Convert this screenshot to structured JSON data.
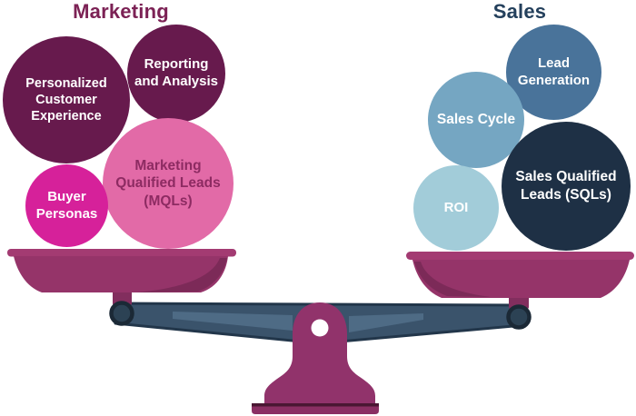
{
  "page": {
    "background": "#ffffff"
  },
  "marketing": {
    "title": "Marketing",
    "title_color": "#7c2255",
    "bubbles": [
      {
        "name": "personalized-customer-experience",
        "lines": [
          "Personalized",
          "Customer",
          "Experience"
        ],
        "color": "#671a4d",
        "text_color": "#ffffff"
      },
      {
        "name": "reporting-and-analysis",
        "lines": [
          "Reporting",
          "and Analysis"
        ],
        "color": "#671a4d",
        "text_color": "#ffffff"
      },
      {
        "name": "marketing-qualified-leads",
        "lines": [
          "Marketing",
          "Qualified Leads",
          "(MQLs)"
        ],
        "color": "#e26aa7",
        "text_color": "#8d2b62"
      },
      {
        "name": "buyer-personas",
        "lines": [
          "Buyer",
          "Personas"
        ],
        "color": "#d6219a",
        "text_color": "#ffffff"
      }
    ]
  },
  "sales": {
    "title": "Sales",
    "title_color": "#24405c",
    "bubbles": [
      {
        "name": "lead-generation",
        "lines": [
          "Lead",
          "Generation"
        ],
        "color": "#49739a",
        "text_color": "#ffffff"
      },
      {
        "name": "sales-cycle",
        "lines": [
          "Sales Cycle"
        ],
        "color": "#75a6c2",
        "text_color": "#ffffff"
      },
      {
        "name": "roi",
        "lines": [
          "ROI"
        ],
        "color": "#a2ccd9",
        "text_color": "#ffffff"
      },
      {
        "name": "sales-qualified-leads",
        "lines": [
          "Sales Qualified",
          "Leads (SQLs)"
        ],
        "color": "#1e3045",
        "text_color": "#ffffff"
      }
    ]
  },
  "scale": {
    "beam_color": "#3a536b",
    "beam_edge_color": "#22364a",
    "beam_highlight_color": "#4e6b85",
    "pivot_fill": "#2c4254",
    "pivot_ring": "#1b2936",
    "pan_bar_color": "#a33b72",
    "pan_bowl_color": "#953469",
    "pan_shadow_color": "#7c2a58",
    "stem_color": "#822e5e",
    "pedestal_color": "#91336b",
    "pedestal_hole_color": "#ffffff",
    "base_line_color": "#4a1733",
    "base_color": "#8a2f63"
  }
}
